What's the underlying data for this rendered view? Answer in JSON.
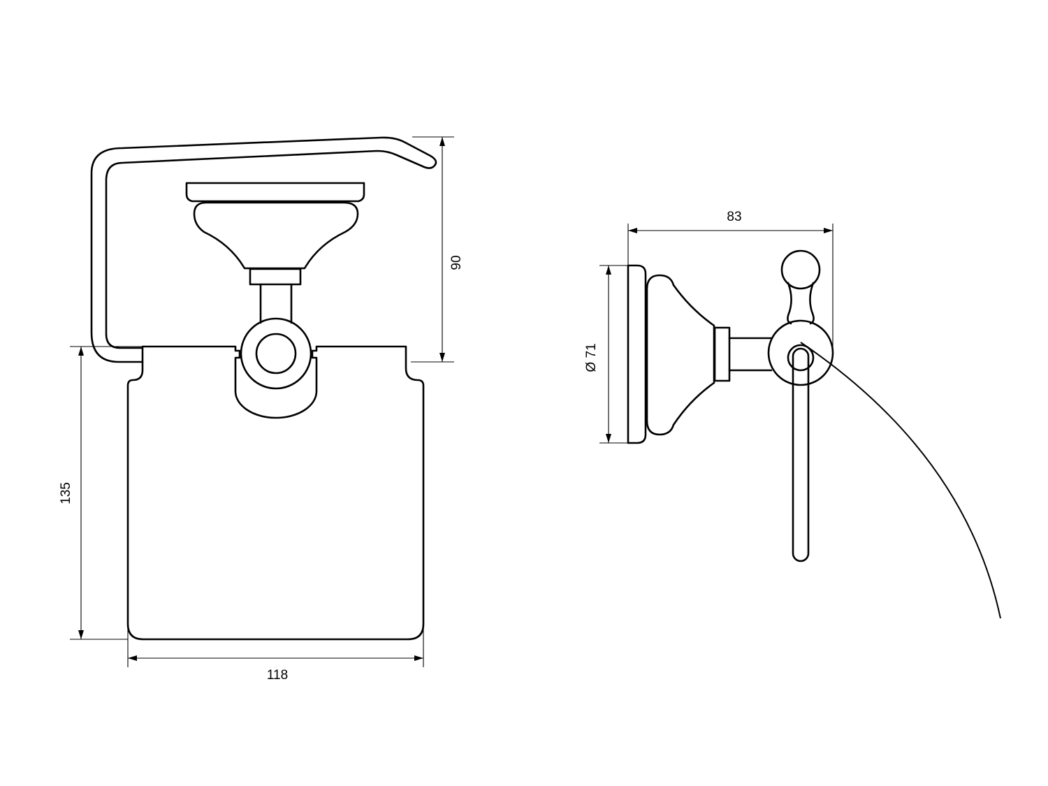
{
  "dimensions": {
    "top_height": "90",
    "left_height": "135",
    "bottom_width": "118",
    "side_width": "83",
    "diameter": "Ø 71"
  },
  "colors": {
    "line": "#000000",
    "background": "#ffffff"
  }
}
